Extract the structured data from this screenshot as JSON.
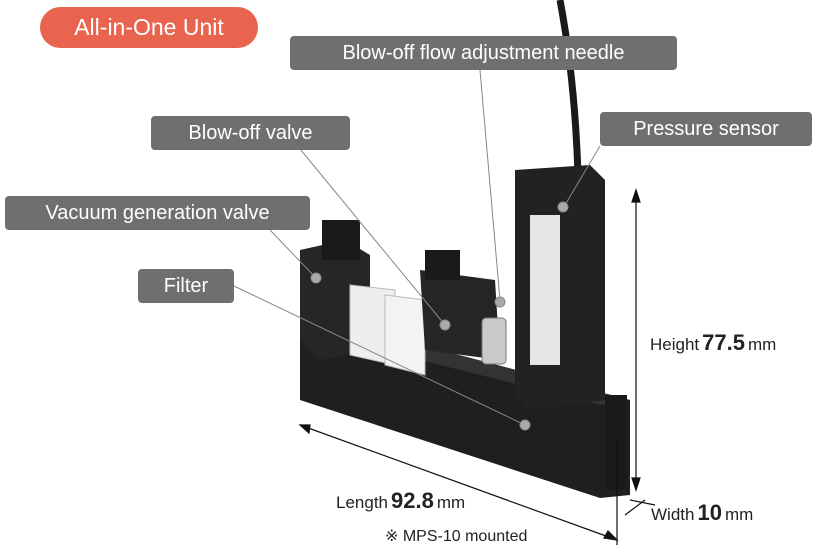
{
  "title": "All-in-One Unit",
  "labels": {
    "needle": "Blow-off flow adjustment needle",
    "blowoff_valve": "Blow-off valve",
    "pressure_sensor": "Pressure sensor",
    "vacuum_valve": "Vacuum generation valve",
    "filter": "Filter"
  },
  "dimensions": {
    "height_label": "Height",
    "height_value": "77.5",
    "height_unit": "mm",
    "length_label": "Length",
    "length_value": "92.8",
    "length_unit": "mm",
    "width_label": "Width",
    "width_value": "10",
    "width_unit": "mm"
  },
  "note": "※ MPS-10 mounted",
  "colors": {
    "accent": "#e8644f",
    "tag": "#6f6f6f"
  }
}
